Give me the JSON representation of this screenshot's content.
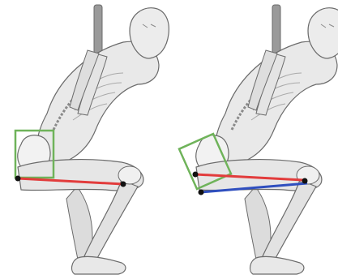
{
  "panels": [
    {
      "id": "left",
      "pelvis_box_color": "#6fb35a",
      "femur_lines": [
        {
          "name": "red-femur-line",
          "color": "#e23c3c"
        }
      ],
      "joint_points_color": "#111111"
    },
    {
      "id": "right",
      "pelvis_box_color": "#6fb35a",
      "femur_lines": [
        {
          "name": "red-femur-line",
          "color": "#e23c3c"
        },
        {
          "name": "blue-femur-line",
          "color": "#2f4fbf"
        }
      ],
      "joint_points_color": "#111111"
    }
  ],
  "figure_colors": {
    "skin_fill": "#e9e9e9",
    "skin_shade": "#d2d2d2",
    "bone": "#f5f5f5",
    "outline": "#6b6b6b",
    "bar": "#9a9a9a"
  }
}
